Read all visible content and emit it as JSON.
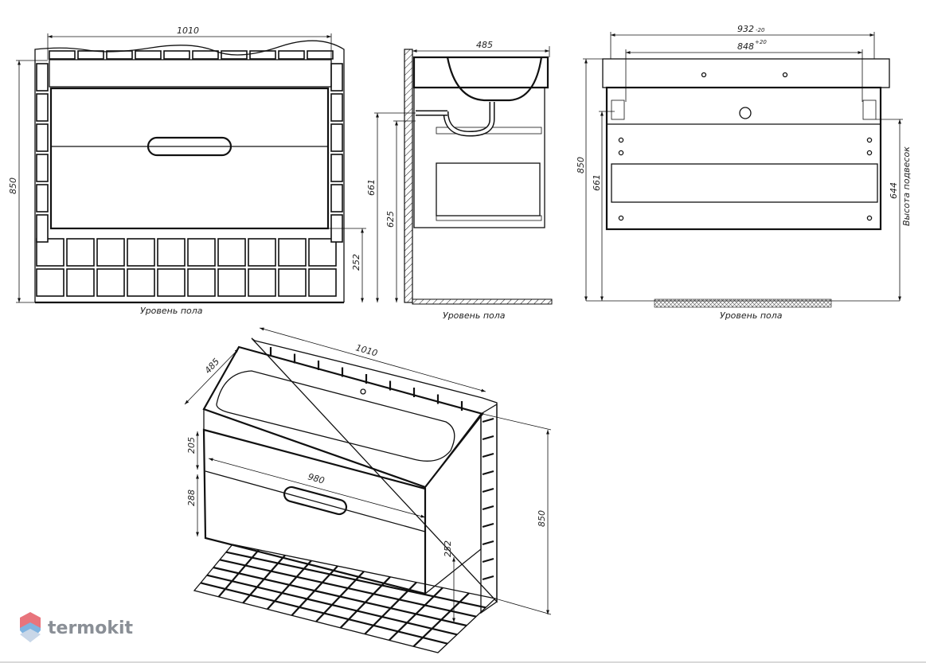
{
  "front_view": {
    "width_label": "1010",
    "height_label": "850",
    "gap_label": "252",
    "floor_label": "Уровень пола"
  },
  "side_view": {
    "depth_label": "485",
    "height_661_label": "661",
    "height_625_label": "625",
    "floor_label": "Уровень пола"
  },
  "back_view": {
    "width_label": "932",
    "width_tolerance": "-20",
    "holes_label": "848",
    "holes_tolerance": "+20",
    "height_label": "850",
    "height_661_label": "661",
    "hanging_height_label": "644",
    "hanging_caption": "Высота подвесок",
    "floor_label": "Уровень пола"
  },
  "iso_view": {
    "depth_label": "485",
    "width_label": "1010",
    "top_drawer_label": "205",
    "bottom_drawer_label": "288",
    "drawer_width_label": "980",
    "gap_label": "252",
    "height_label": "850"
  },
  "watermark": {
    "brand": "termokit",
    "brand_color": "#8a8f96",
    "logo_colors": [
      "#e8747c",
      "#7fb3e0",
      "#c9d7e8"
    ]
  }
}
